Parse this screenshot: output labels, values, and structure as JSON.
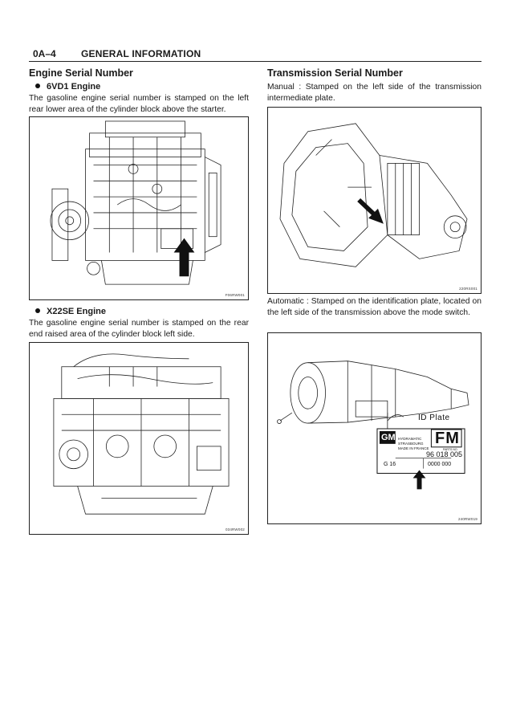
{
  "header": {
    "page_number": "0A–4",
    "section_title": "GENERAL INFORMATION"
  },
  "engine": {
    "heading": "Engine Serial Number",
    "v6": {
      "title": "6VD1 Engine",
      "text": "The gasoline engine serial number is stamped on the left rear lower area of the cylinder block above the starter.",
      "figure_code": "F06RW001"
    },
    "x22": {
      "title": "X22SE Engine",
      "text": "The gasoline engine serial number is stamped on the rear end raised area of the cylinder block left side.",
      "figure_code": "034RW002"
    }
  },
  "transmission": {
    "heading": "Transmission Serial Number",
    "manual_text": "Manual : Stamped on the left side of the transmission intermediate plate.",
    "manual_figure_code": "220RS001",
    "automatic_text": "Automatic : Stamped on the identification plate, located on the left side of the transmission above the mode switch.",
    "auto_figure_code": "240RW019",
    "id_plate": {
      "caption": "ID Plate",
      "logo_left": "GM",
      "logo_right": "FM",
      "line1": "HYDRAMATIC",
      "line2": "STRASBOURG",
      "line3": "MADE IN FRANCE",
      "serial": "96 018 005",
      "model": "G 16",
      "number": "0000 000",
      "small": "PARTS NO."
    }
  }
}
